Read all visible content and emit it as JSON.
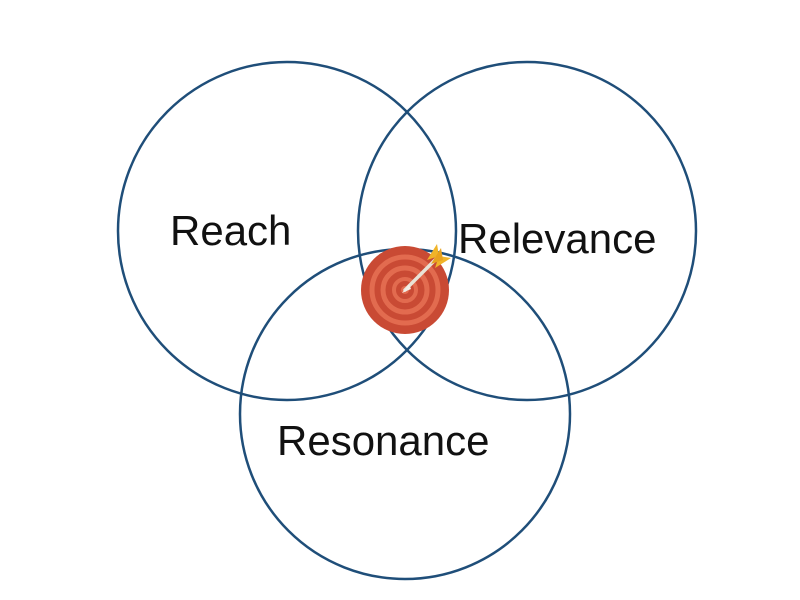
{
  "diagram": {
    "labels": {
      "reach": "Reach",
      "relevance": "Relevance",
      "resonance": "Resonance"
    },
    "colors": {
      "circle_stroke": "#1f4e79",
      "target_outer": "#c94a34",
      "target_ring": "#e26b4f",
      "arrow_shaft": "#e9e3d6",
      "arrow_fletching": "#f0b429"
    },
    "center_icon": "target-with-arrow-icon"
  }
}
